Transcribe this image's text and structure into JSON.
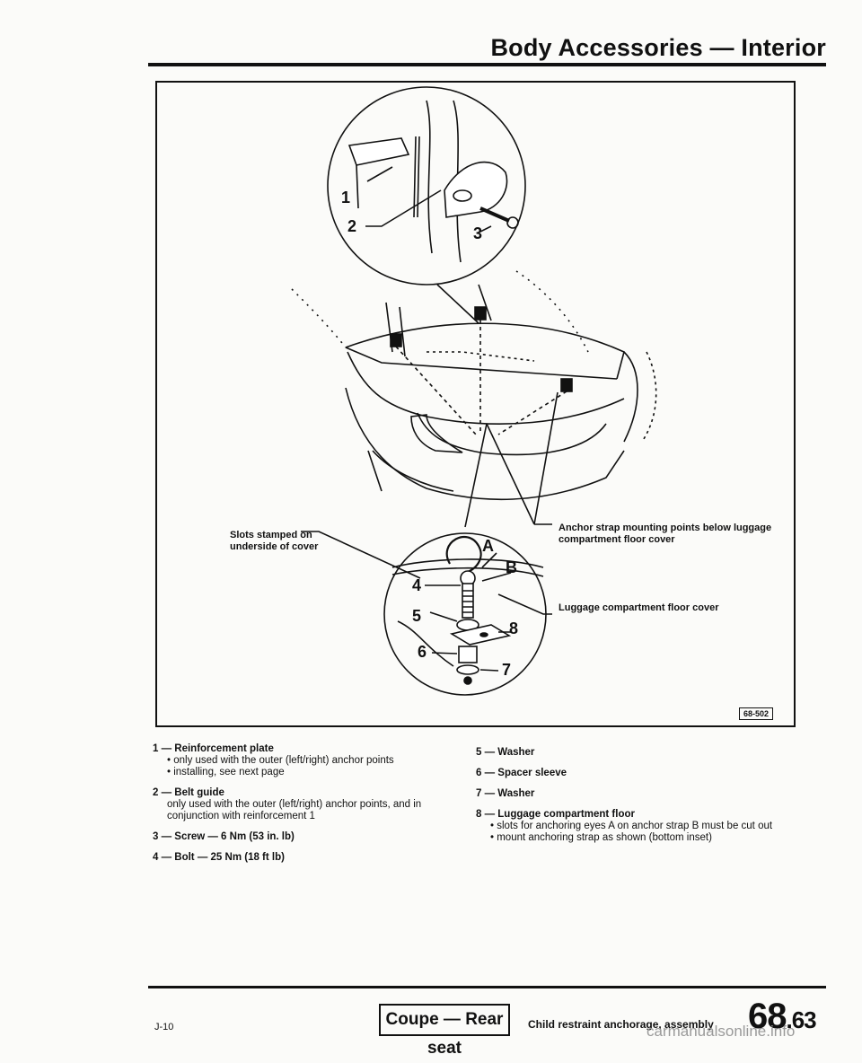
{
  "header": {
    "title": "Body Accessories — Interior"
  },
  "figure": {
    "callouts": {
      "c1": "1",
      "c2": "2",
      "c3": "3",
      "c4": "4",
      "c5": "5",
      "c6": "6",
      "c7": "7",
      "c8": "8",
      "cA": "A",
      "cB": "B"
    },
    "label_slots": "Slots stamped on underside of cover",
    "label_anchor": "Anchor strap mounting points below luggage compartment floor cover",
    "label_floor": "Luggage compartment floor cover",
    "figure_number": "68-502"
  },
  "legend": {
    "left": [
      {
        "head": "1 — Reinforcement plate",
        "bullets": [
          "• only used with the outer (left/right) anchor points",
          "• installing, see next page"
        ]
      },
      {
        "head": "2 — Belt guide",
        "plain": "only used with the outer (left/right) anchor points, and in conjunction with reinforcement 1"
      },
      {
        "head": "3 — Screw — 6 Nm (53 in. lb)"
      },
      {
        "head": "4 — Bolt — 25 Nm (18 ft lb)"
      }
    ],
    "right": [
      {
        "head": "5 — Washer"
      },
      {
        "head": "6 — Spacer sleeve"
      },
      {
        "head": "7 — Washer"
      },
      {
        "head": "8 — Luggage compartment floor",
        "bullets": [
          "• slots for anchoring eyes A on anchor strap B must be cut out",
          "• mount anchoring strap as shown (bottom inset)"
        ]
      }
    ]
  },
  "footer": {
    "left_code": "J-10",
    "section_box": "Coupe — Rear seat",
    "subtitle": "Child restraint anchorage, assembly",
    "page_major": "68",
    "page_minor": ".63",
    "watermark": "carmanualsonline.info"
  }
}
